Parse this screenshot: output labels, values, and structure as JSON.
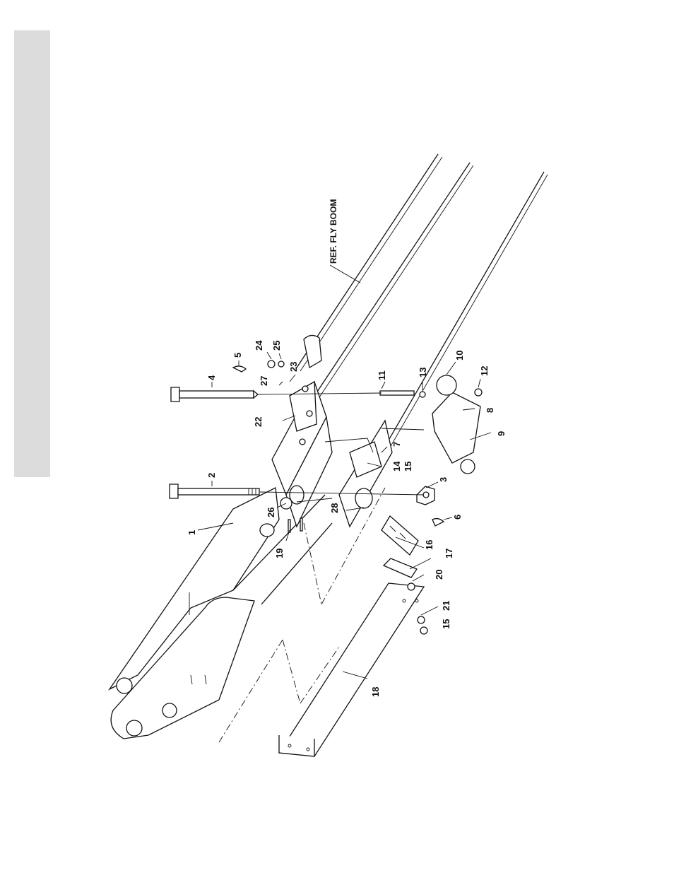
{
  "page": {
    "reference_label": "REF. FLY BOOM",
    "callouts": [
      "1",
      "2",
      "3",
      "4",
      "5",
      "6",
      "7",
      "8",
      "9",
      "10",
      "11",
      "12",
      "13",
      "14",
      "15",
      "15",
      "15",
      "16",
      "17",
      "18",
      "19",
      "20",
      "21",
      "22",
      "23",
      "24",
      "25",
      "26",
      "27",
      "28"
    ]
  }
}
